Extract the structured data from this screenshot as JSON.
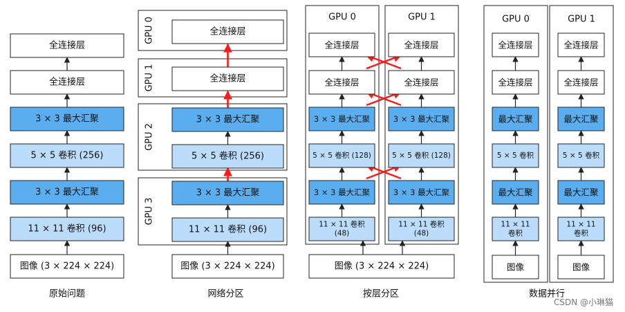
{
  "colors": {
    "white_box": "#ffffff",
    "dark_blue": "#5aaef0",
    "light_blue": "#bcdcfb",
    "stroke": "#222222",
    "arrow": "#222222",
    "red": "#ff1a1a"
  },
  "labels": {
    "fc": "全连接层",
    "pool33": "3 × 3 最大汇聚",
    "conv55_256": "5 × 5 卷积 (256)",
    "conv1111_96": "11 × 11 卷积 (96)",
    "image": "图像 (3 × 224 × 224)",
    "pool": "最大汇聚",
    "conv55": "5 × 5 卷积",
    "conv55_128": "5 × 5 卷积 (128)",
    "conv1111": "11 × 11 卷积",
    "c48": "(48)",
    "c1111_line1": "11 × 11",
    "c1111_line2": "卷积",
    "image_short": "图像",
    "gpu0": "GPU 0",
    "gpu1": "GPU 1",
    "gpu2": "GPU 2",
    "gpu3": "GPU 3"
  },
  "captions": {
    "original": "原始问题",
    "network_partition": "网络分区",
    "layer_partition": "按层分区",
    "data_parallel": "数据并行"
  },
  "watermark": "CSDN @小琳猫"
}
